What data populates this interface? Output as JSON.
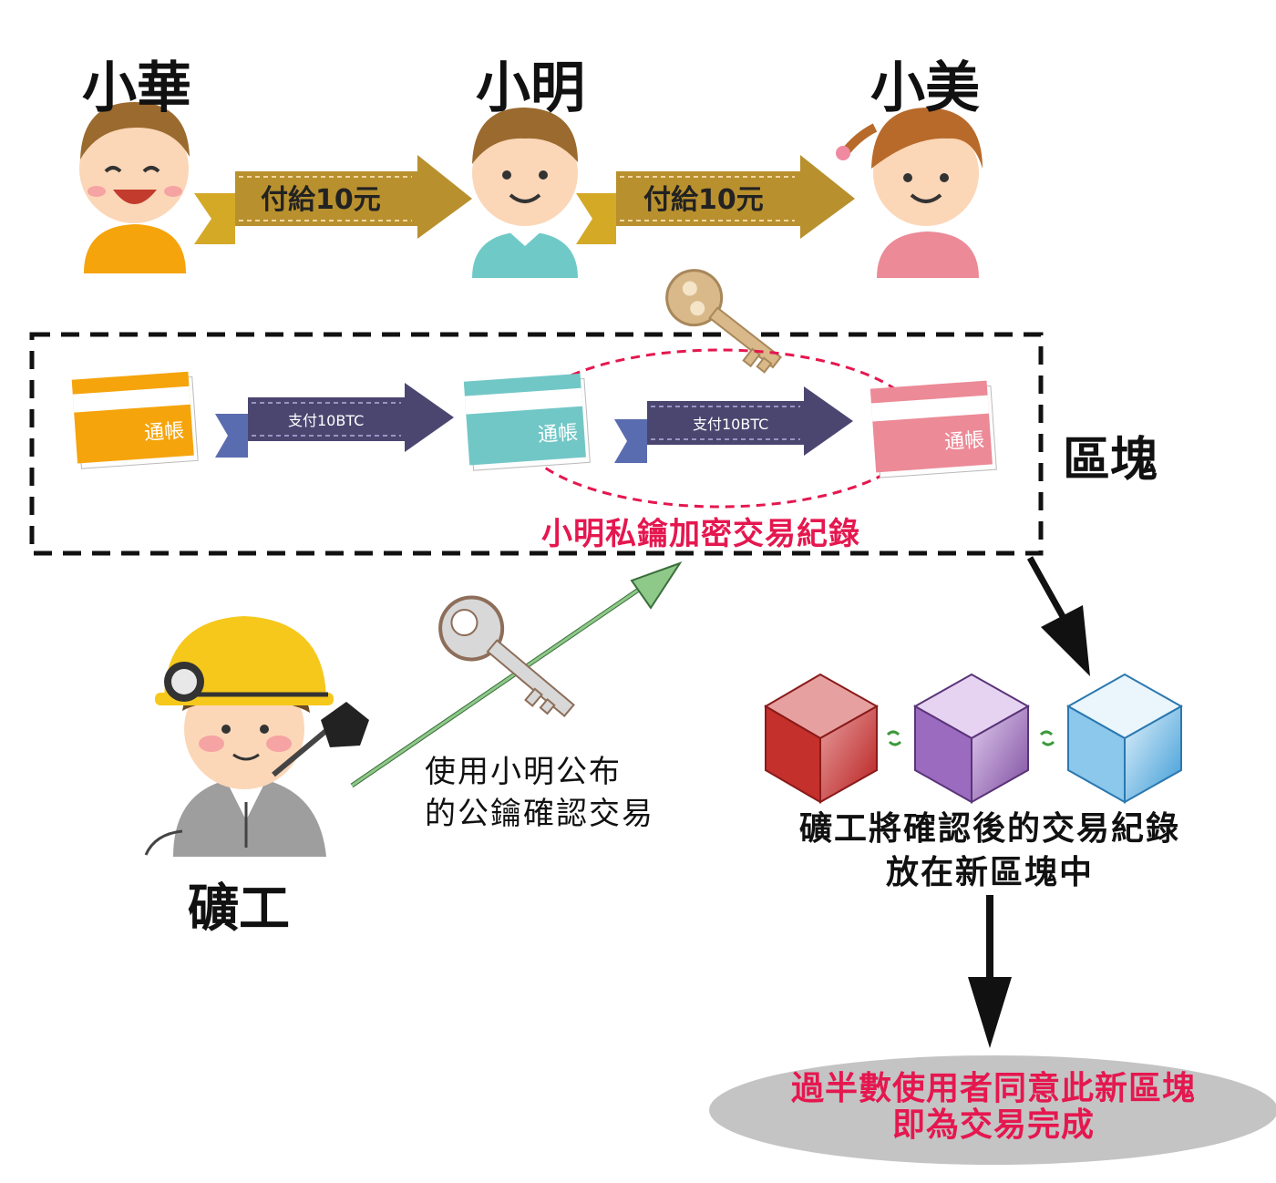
{
  "people": {
    "hua": "小華",
    "ming": "小明",
    "mei": "小美"
  },
  "arrows_top": {
    "first": "付給10元",
    "second": "付給10元"
  },
  "block": {
    "label": "區塊",
    "book1": "通帳",
    "book2": "通帳",
    "book3": "通帳",
    "arrow1": "支付10BTC",
    "arrow2": "支付10BTC",
    "encrypt_note": "小明私鑰加密交易紀錄"
  },
  "miner": {
    "label": "礦工",
    "verify_line1": "使用小明公布",
    "verify_line2": "的公鑰確認交易"
  },
  "chain": {
    "line1": "礦工將確認後的交易紀錄",
    "line2": "放在新區塊中"
  },
  "final": {
    "line1": "過半數使用者同意此新區塊",
    "line2": "即為交易完成"
  },
  "colors": {
    "gold_arrow": "#b8902e",
    "navy_arrow": "#4b4670",
    "emphasis": "#e5174f",
    "green_arrow": "#8ec98a"
  }
}
